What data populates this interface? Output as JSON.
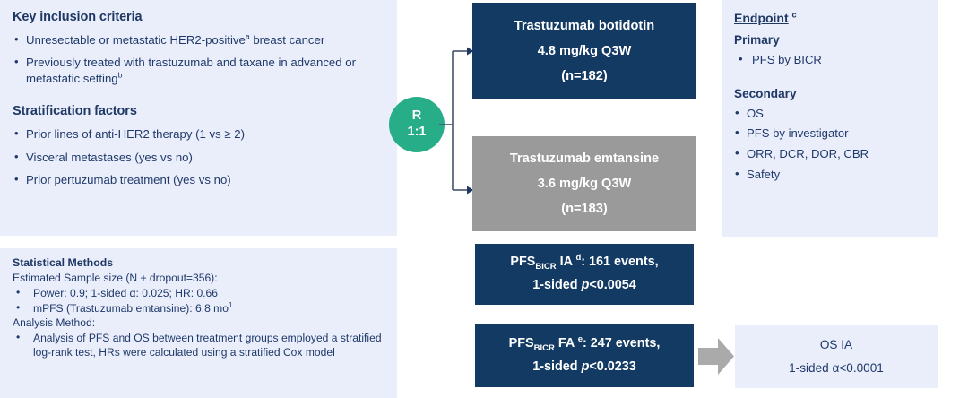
{
  "colors": {
    "panel_bg": "#E9EEFA",
    "navy": "#133A63",
    "gray_arm": "#9A9A9A",
    "teal": "#27AE89",
    "text_navy": "#20396B",
    "arrow_gray": "#AAAAAA"
  },
  "criteria": {
    "heading": "Key inclusion criteria",
    "items": [
      {
        "text": "Unresectable or metastatic HER2-positive",
        "sup": "a",
        "tail": " breast cancer"
      },
      {
        "text": "Previously treated with trastuzumab and taxane in advanced or metastatic setting",
        "sup": "b",
        "tail": ""
      }
    ],
    "stratification_heading": "Stratification factors",
    "stratification_items": [
      "Prior lines of anti-HER2 therapy (1 vs ≥ 2)",
      "Visceral metastases (yes vs no)",
      "Prior pertuzumab treatment (yes vs no)"
    ]
  },
  "stats": {
    "title": "Statistical Methods",
    "sample_line": "Estimated Sample size (N + dropout=356):",
    "sample_bullets": [
      {
        "text": "Power: 0.9; 1-sided α: 0.025; HR: 0.66",
        "sup": ""
      },
      {
        "text": "mPFS (Trastuzumab emtansine): 6.8 mo",
        "sup": "1"
      }
    ],
    "analysis_line": "Analysis Method:",
    "analysis_bullets": [
      "Analysis of PFS and OS between treatment groups employed a stratified log-rank test, HRs were calculated using a stratified Cox model"
    ]
  },
  "randomization": {
    "label": "R",
    "ratio": "1:1"
  },
  "arms": [
    {
      "id": "experimental",
      "drug": "Trastuzumab botidotin",
      "dose": "4.8 mg/kg  Q3W",
      "n": "(n=182)"
    },
    {
      "id": "control",
      "drug": "Trastuzumab emtansine",
      "dose": "3.6 mg/kg  Q3W",
      "n": "(n=183)"
    }
  ],
  "analyses": [
    {
      "id": "pfs-ia",
      "prefix": "PFS",
      "subscript": "BICR",
      "analysis": " IA ",
      "sup": "d",
      "events": ": 161 events,",
      "sided": "1-sided ",
      "p_italic": "p",
      "p_value": "<0.0054"
    },
    {
      "id": "pfs-fa",
      "prefix": "PFS",
      "subscript": "BICR",
      "analysis": " FA ",
      "sup": "e",
      "events": ": 247 events,",
      "sided": "1-sided ",
      "p_italic": "p",
      "p_value": "<0.0233"
    }
  ],
  "endpoint": {
    "title": "Endpoint",
    "title_sup": "c",
    "primary_heading": "Primary",
    "primary_items": [
      "PFS by BICR"
    ],
    "secondary_heading": "Secondary",
    "secondary_items": [
      "OS",
      "PFS by investigator",
      "ORR, DCR, DOR, CBR",
      "Safety"
    ]
  },
  "os_ia": {
    "title": "OS IA",
    "value": "1-sided α<0.0001"
  }
}
